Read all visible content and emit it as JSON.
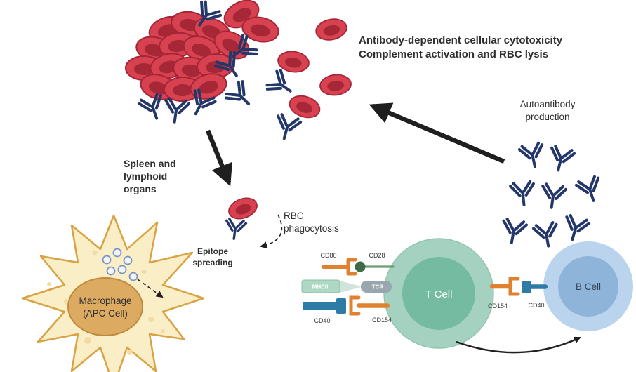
{
  "diagram": {
    "texts": {
      "headline_line1": "Antibody-dependent cellular cytotoxicity",
      "headline_line2": "Complement activation and RBC lysis",
      "autoantibody_line1": "Autoantibody",
      "autoantibody_line2": "production",
      "spleen_line1": "Spleen and",
      "spleen_line2": "lymphoid",
      "spleen_line3": "organs",
      "rbc_phagocytosis_line1": "RBC",
      "rbc_phagocytosis_line2": "phagocytosis",
      "epitope_line1": "Epitope",
      "epitope_line2": "spreading",
      "macrophage_line1": "Macrophage",
      "macrophage_line2": "(APC Cell)",
      "t_cell": "T Cell",
      "b_cell": "B Cell"
    },
    "receptor_labels": {
      "cd80": "CD80",
      "cd28": "CD28",
      "mhcii": "MHCII",
      "tcr": "TCR",
      "cd40_apc": "CD40",
      "cd154_tcell": "CD154",
      "cd154_tb": "CD154",
      "cd40_bcell": "CD40"
    },
    "colors": {
      "text": "#2e2e2e",
      "arrow": "#1f1f1f",
      "rbc_fill": "#d8414f",
      "rbc_inner": "#a62837",
      "rbc_stroke": "#a32638",
      "antibody": "#24376b",
      "macrophage_body": "#faeec7",
      "macrophage_outline": "#d9a243",
      "macrophage_speckle": "#f1dca3",
      "nucleus": "#dcaa61",
      "nucleus_stroke": "#c08a3e",
      "vesicle_fill": "#f2f5fb",
      "vesicle_stroke": "#7e94c0",
      "t_cell_outer": "#a5d2c0",
      "t_cell_stroke": "#8fc6b1",
      "t_cell_inner": "#74bba2",
      "b_cell_outer": "#bad4ed",
      "b_cell_inner": "#8fb4da",
      "b_cell_text": "#33445c",
      "orange": "#e0812f",
      "green_stem": "#6a9e6e",
      "green_dark": "#3e6b45",
      "teal_blue": "#2e7ca6",
      "gray": "#9aa6ae",
      "mhcii_fill": "#aed8c4",
      "mhcii_stroke": "#8bbfa4",
      "mhcii_tip": "#cfe4da"
    }
  }
}
